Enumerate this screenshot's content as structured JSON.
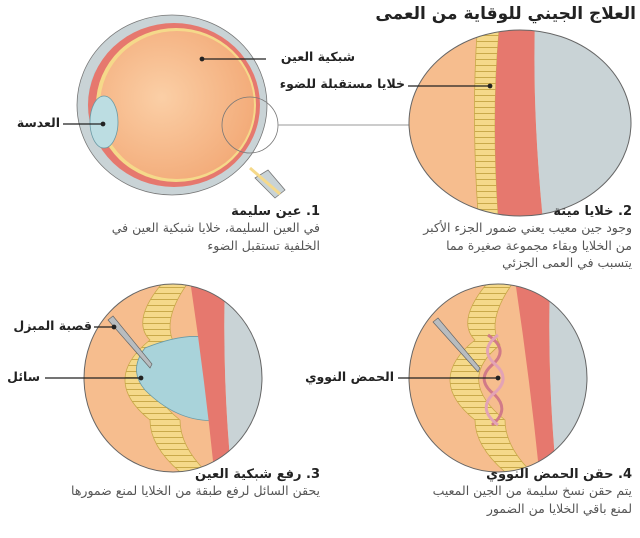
{
  "title": "العلاج الجيني للوقاية من العمى",
  "labels": {
    "retina": "شبكية العين",
    "photoreceptors": "خلايا مستقبلة للضوء",
    "lens": "العدسة",
    "cannula": "قصبة المبزل",
    "fluid": "سائل",
    "dna": "الحمض النووي"
  },
  "steps": [
    {
      "heading": "1. عين سليمة",
      "lines": [
        "في العين السليمة، خلايا شبكية العين في",
        "الخلفية تستقبل الضوء"
      ]
    },
    {
      "heading": "2. خلايا ميتة",
      "lines": [
        "وجود جين معيب يعني ضمور الجزء الأكبر",
        "من الخلايا وبقاء مجموعة صغيرة مما",
        "يتسبب في العمى الجزئي"
      ]
    },
    {
      "heading": "3. رفع شبكية العين",
      "lines": [
        "يحقن السائل لرفع طبقة من الخلايا لمنع ضمورها"
      ]
    },
    {
      "heading": "4. حقن الحمض النووي",
      "lines": [
        "يتم حقن نسخ سليمة من الجين المعيب",
        "لمنع باقي الخلايا من الضمور"
      ]
    }
  ],
  "colors": {
    "sclera": "#c9d3d6",
    "choroid": "#e6786e",
    "vitreous": "#f6b98a",
    "cells": "#f5d98a",
    "fluid": "#a9d3da"
  }
}
